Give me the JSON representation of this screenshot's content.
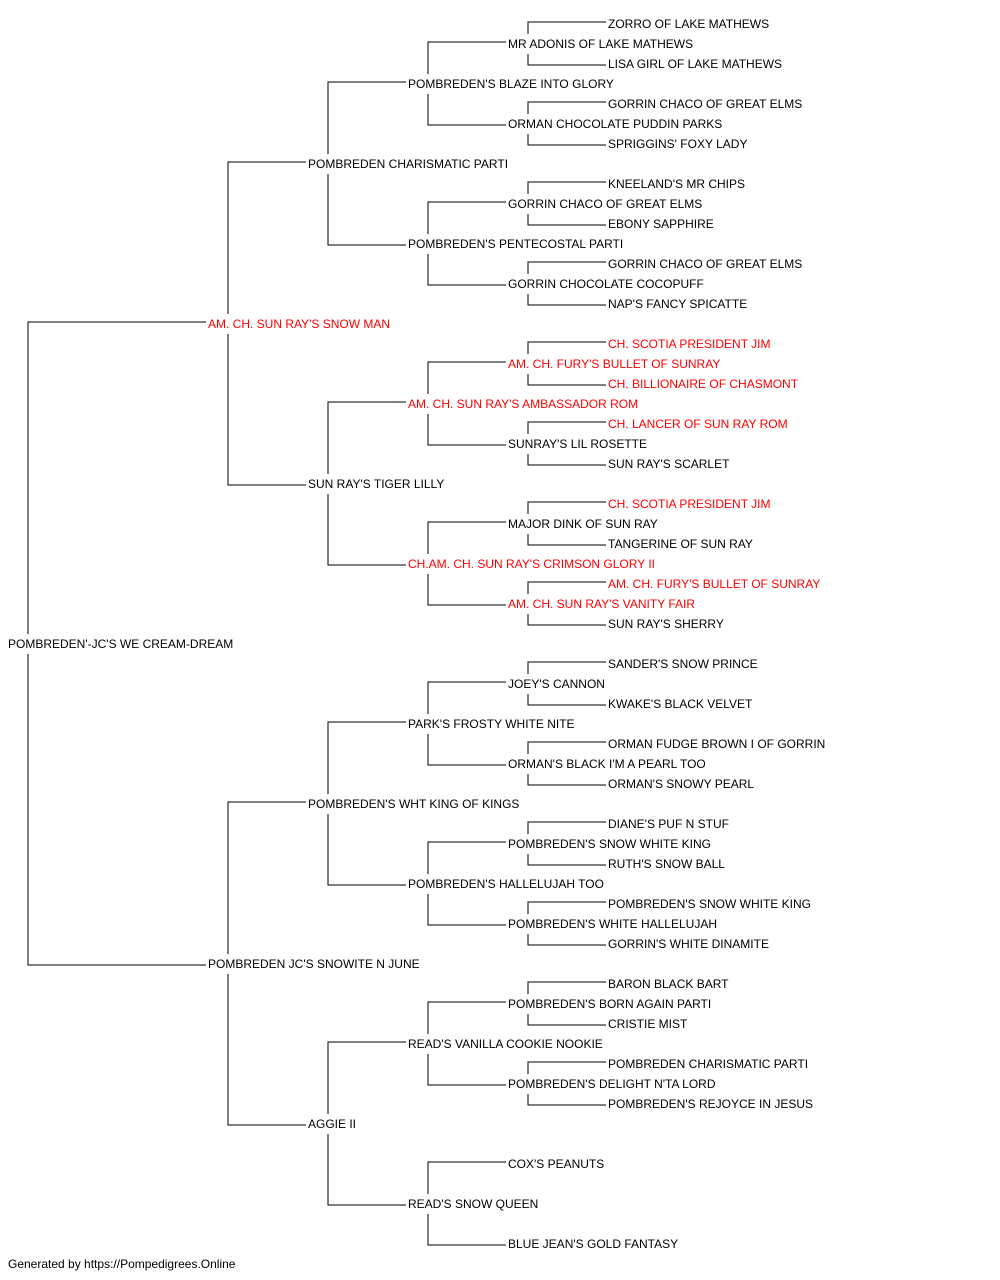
{
  "colors": {
    "text": "#000000",
    "champion": "#ff0000",
    "line": "#000000"
  },
  "footer": "Generated by https://Pompedigrees.Online",
  "pedigree": {
    "name": "POMBREDEN'-JC'S WE CREAM-DREAM",
    "champion": false,
    "sire": {
      "name": "AM. CH. SUN RAY'S SNOW MAN",
      "champion": true,
      "sire": {
        "name": "POMBREDEN CHARISMATIC PARTI",
        "champion": false,
        "sire": {
          "name": "POMBREDEN'S BLAZE INTO GLORY",
          "champion": false,
          "sire": {
            "name": "MR ADONIS OF LAKE MATHEWS",
            "champion": false,
            "sire": {
              "name": "ZORRO OF LAKE MATHEWS",
              "champion": false
            },
            "dam": {
              "name": "LISA GIRL OF LAKE MATHEWS",
              "champion": false
            }
          },
          "dam": {
            "name": "ORMAN CHOCOLATE PUDDIN PARKS",
            "champion": false,
            "sire": {
              "name": "GORRIN CHACO OF GREAT ELMS",
              "champion": false
            },
            "dam": {
              "name": "SPRIGGINS' FOXY LADY",
              "champion": false
            }
          }
        },
        "dam": {
          "name": "POMBREDEN'S PENTECOSTAL PARTI",
          "champion": false,
          "sire": {
            "name": "GORRIN CHACO OF GREAT ELMS",
            "champion": false,
            "sire": {
              "name": "KNEELAND'S MR CHIPS",
              "champion": false
            },
            "dam": {
              "name": "EBONY SAPPHIRE",
              "champion": false
            }
          },
          "dam": {
            "name": "GORRIN CHOCOLATE COCOPUFF",
            "champion": false,
            "sire": {
              "name": "GORRIN CHACO OF GREAT ELMS",
              "champion": false
            },
            "dam": {
              "name": "NAP'S FANCY SPICATTE",
              "champion": false
            }
          }
        }
      },
      "dam": {
        "name": "SUN RAY'S TIGER LILLY",
        "champion": false,
        "sire": {
          "name": "AM. CH. SUN RAY'S AMBASSADOR ROM",
          "champion": true,
          "sire": {
            "name": "AM. CH. FURY'S BULLET OF SUNRAY",
            "champion": true,
            "sire": {
              "name": "CH. SCOTIA PRESIDENT JIM",
              "champion": true
            },
            "dam": {
              "name": "CH. BILLIONAIRE OF CHASMONT",
              "champion": true
            }
          },
          "dam": {
            "name": "SUNRAY'S LIL ROSETTE",
            "champion": false,
            "sire": {
              "name": "CH. LANCER OF SUN RAY ROM",
              "champion": true
            },
            "dam": {
              "name": "SUN RAY'S SCARLET",
              "champion": false
            }
          }
        },
        "dam": {
          "name": "CH.AM. CH. SUN RAY'S CRIMSON GLORY II",
          "champion": true,
          "sire": {
            "name": "MAJOR DINK OF SUN RAY",
            "champion": false,
            "sire": {
              "name": "CH. SCOTIA PRESIDENT JIM",
              "champion": true
            },
            "dam": {
              "name": "TANGERINE OF SUN RAY",
              "champion": false
            }
          },
          "dam": {
            "name": "AM. CH. SUN RAY'S VANITY FAIR",
            "champion": true,
            "sire": {
              "name": "AM. CH. FURY'S BULLET OF SUNRAY",
              "champion": true
            },
            "dam": {
              "name": "SUN RAY'S SHERRY",
              "champion": false
            }
          }
        }
      }
    },
    "dam": {
      "name": "POMBREDEN JC'S SNOWITE N JUNE",
      "champion": false,
      "sire": {
        "name": "POMBREDEN'S WHT KING OF KINGS",
        "champion": false,
        "sire": {
          "name": "PARK'S FROSTY WHITE NITE",
          "champion": false,
          "sire": {
            "name": "JOEY'S CANNON",
            "champion": false,
            "sire": {
              "name": "SANDER'S SNOW PRINCE",
              "champion": false
            },
            "dam": {
              "name": "KWAKE'S BLACK VELVET",
              "champion": false
            }
          },
          "dam": {
            "name": "ORMAN'S BLACK I'M A PEARL TOO",
            "champion": false,
            "sire": {
              "name": "ORMAN FUDGE BROWN I OF GORRIN",
              "champion": false
            },
            "dam": {
              "name": "ORMAN'S SNOWY PEARL",
              "champion": false
            }
          }
        },
        "dam": {
          "name": "POMBREDEN'S HALLELUJAH TOO",
          "champion": false,
          "sire": {
            "name": "POMBREDEN'S SNOW WHITE KING",
            "champion": false,
            "sire": {
              "name": "DIANE'S PUF N STUF",
              "champion": false
            },
            "dam": {
              "name": "RUTH'S SNOW BALL",
              "champion": false
            }
          },
          "dam": {
            "name": "POMBREDEN'S WHITE HALLELUJAH",
            "champion": false,
            "sire": {
              "name": "POMBREDEN'S SNOW WHITE KING",
              "champion": false
            },
            "dam": {
              "name": "GORRIN'S WHITE DINAMITE",
              "champion": false
            }
          }
        }
      },
      "dam": {
        "name": "AGGIE II",
        "champion": false,
        "sire": {
          "name": "READ'S VANILLA COOKIE NOOKIE",
          "champion": false,
          "sire": {
            "name": "POMBREDEN'S BORN AGAIN PARTI",
            "champion": false,
            "sire": {
              "name": "BARON BLACK BART",
              "champion": false
            },
            "dam": {
              "name": "CRISTIE MIST",
              "champion": false
            }
          },
          "dam": {
            "name": "POMBREDEN'S DELIGHT N'TA LORD",
            "champion": false,
            "sire": {
              "name": "POMBREDEN CHARISMATIC PARTI",
              "champion": false
            },
            "dam": {
              "name": "POMBREDEN'S REJOYCE IN JESUS",
              "champion": false
            }
          }
        },
        "dam": {
          "name": "READ'S SNOW QUEEN",
          "champion": false,
          "sire": {
            "name": "COX'S PEANUTS",
            "champion": false
          },
          "dam": {
            "name": "BLUE JEAN'S GOLD FANTASY",
            "champion": false
          }
        }
      }
    }
  }
}
